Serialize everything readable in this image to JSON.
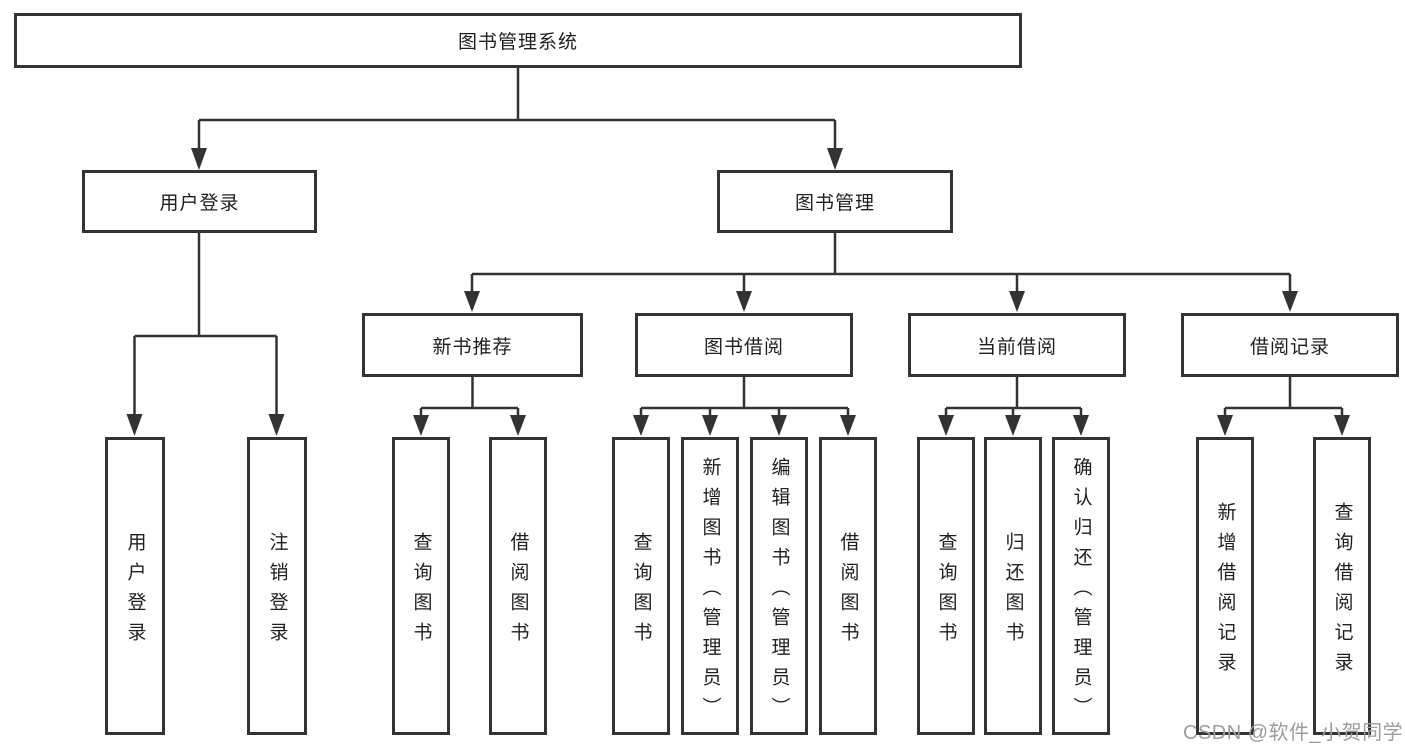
{
  "diagram": {
    "root": "图书管理系统",
    "level1": [
      "用户登录",
      "图书管理"
    ],
    "level2": [
      "新书推荐",
      "图书借阅",
      "当前借阅",
      "借阅记录"
    ],
    "leaves": {
      "login": [
        "用户登录",
        "注销登录"
      ],
      "recommend": [
        "查询图书",
        "借阅图书"
      ],
      "borrow": [
        "查询图书",
        "新增图书（管理员）",
        "编辑图书（管理员）",
        "借阅图书"
      ],
      "current": [
        "查询图书",
        "归还图书",
        "确认归还（管理员）"
      ],
      "records": [
        "新增借阅记录",
        "查询借阅记录"
      ]
    }
  },
  "watermark": "CSDN @软件_小贺同学",
  "colors": {
    "line": "#333333",
    "box_border": "#333333",
    "box_fill": "#ffffff",
    "text": "#1f1f1f",
    "watermark": "#9c9c9c",
    "background": "#ffffff"
  }
}
